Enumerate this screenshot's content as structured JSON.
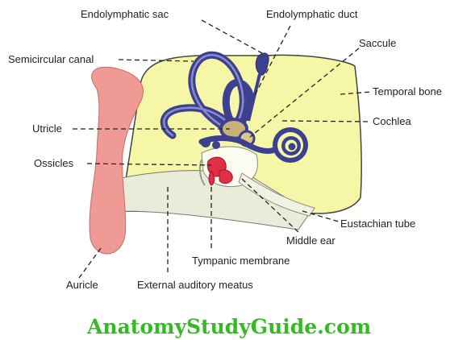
{
  "labels": {
    "endolymphatic_sac": "Endolymphatic sac",
    "endolymphatic_duct": "Endolymphatic duct",
    "saccule": "Saccule",
    "semicircular_canal": "Semicircular canal",
    "temporal_bone": "Temporal bone",
    "utricle": "Utricle",
    "cochlea": "Cochlea",
    "ossicles": "Ossicles",
    "eustachian_tube": "Eustachian tube",
    "middle_ear": "Middle ear",
    "tympanic_membrane": "Tympanic membrane",
    "auricle": "Auricle",
    "external_auditory_meatus": "External auditory meatus"
  },
  "watermark": "AnatomyStudyGuide.com",
  "colors": {
    "bone": "#f6f7a6",
    "canal": "#e8ecd8",
    "auricle": "#f09a96",
    "labyrinth": "#3d3f8f",
    "ossicles": "#e03045",
    "watermark": "#33bb22"
  }
}
